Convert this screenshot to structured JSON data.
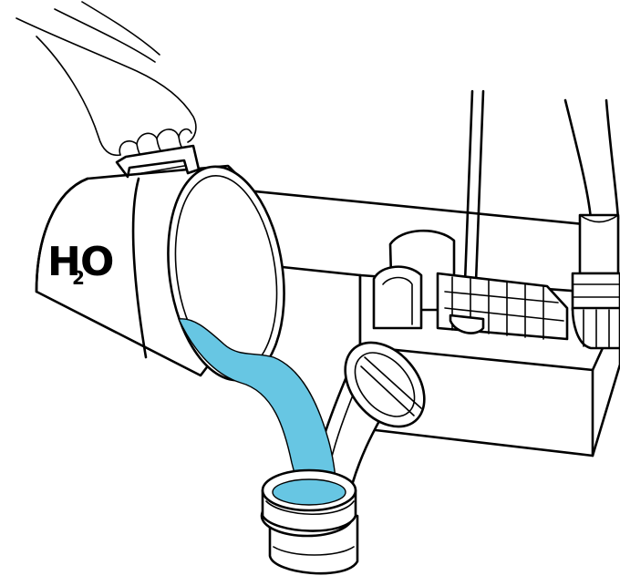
{
  "jug_label": {
    "element": "H",
    "subscript": "2",
    "suffix": "O"
  },
  "colors": {
    "water": "#67c6e3",
    "line": "#000000",
    "background": "#ffffff"
  }
}
